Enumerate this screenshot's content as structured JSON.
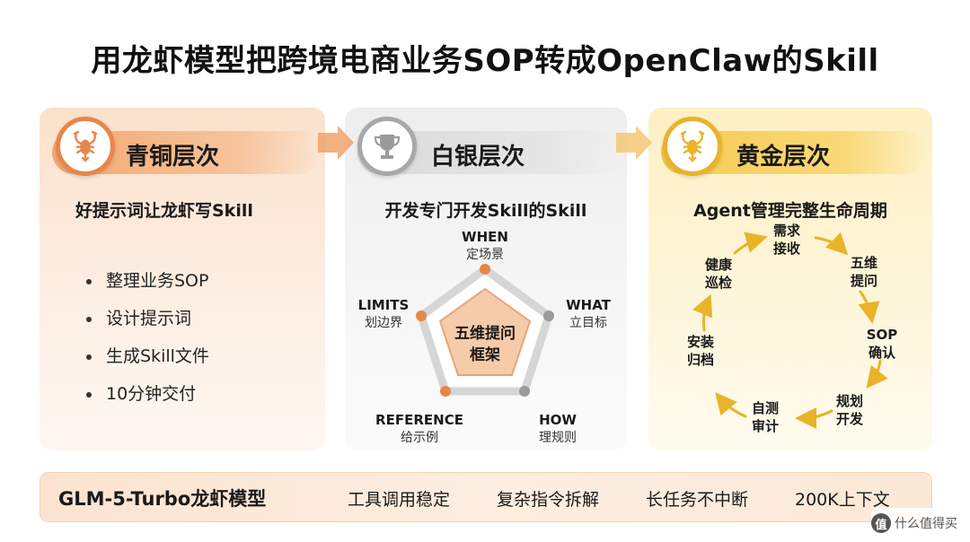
{
  "title": "用龙虾模型把跨境电商业务SOP转成OpenClaw的Skill",
  "colors": {
    "bronze": "#e8864a",
    "silver": "#a8a8a8",
    "gold": "#e9b32a"
  },
  "tiers": [
    {
      "name": "青铜层次",
      "icon": "lobster-icon",
      "subtitle": "好提示词让龙虾写Skill",
      "bullets": [
        "整理业务SOP",
        "设计提示词",
        "生成Skill文件",
        "10分钟交付"
      ]
    },
    {
      "name": "白银层次",
      "icon": "trophy-icon",
      "subtitle": "开发专门开发Skill的Skill",
      "radar": {
        "center": [
          "五维提问",
          "框架"
        ],
        "axes": [
          {
            "en": "WHEN",
            "zh": "定场景"
          },
          {
            "en": "WHAT",
            "zh": "立目标"
          },
          {
            "en": "HOW",
            "zh": "理规则"
          },
          {
            "en": "REFERENCE",
            "zh": "给示例"
          },
          {
            "en": "LIMITS",
            "zh": "划边界"
          }
        ]
      }
    },
    {
      "name": "黄金层次",
      "icon": "lobster-icon",
      "subtitle": "Agent管理完整生命周期",
      "cycle": [
        [
          "需求",
          "接收"
        ],
        [
          "五维",
          "提问"
        ],
        [
          "SOP",
          "确认"
        ],
        [
          "规划",
          "开发"
        ],
        [
          "自测",
          "审计"
        ],
        [
          "安装",
          "归档"
        ],
        [
          "健康",
          "巡检"
        ]
      ]
    }
  ],
  "bottom": {
    "model": "GLM-5-Turbo龙虾模型",
    "features": [
      "工具调用稳定",
      "复杂指令拆解",
      "长任务不中断",
      "200K上下文"
    ]
  },
  "watermark": {
    "logo": "值",
    "text": "什么值得买"
  }
}
